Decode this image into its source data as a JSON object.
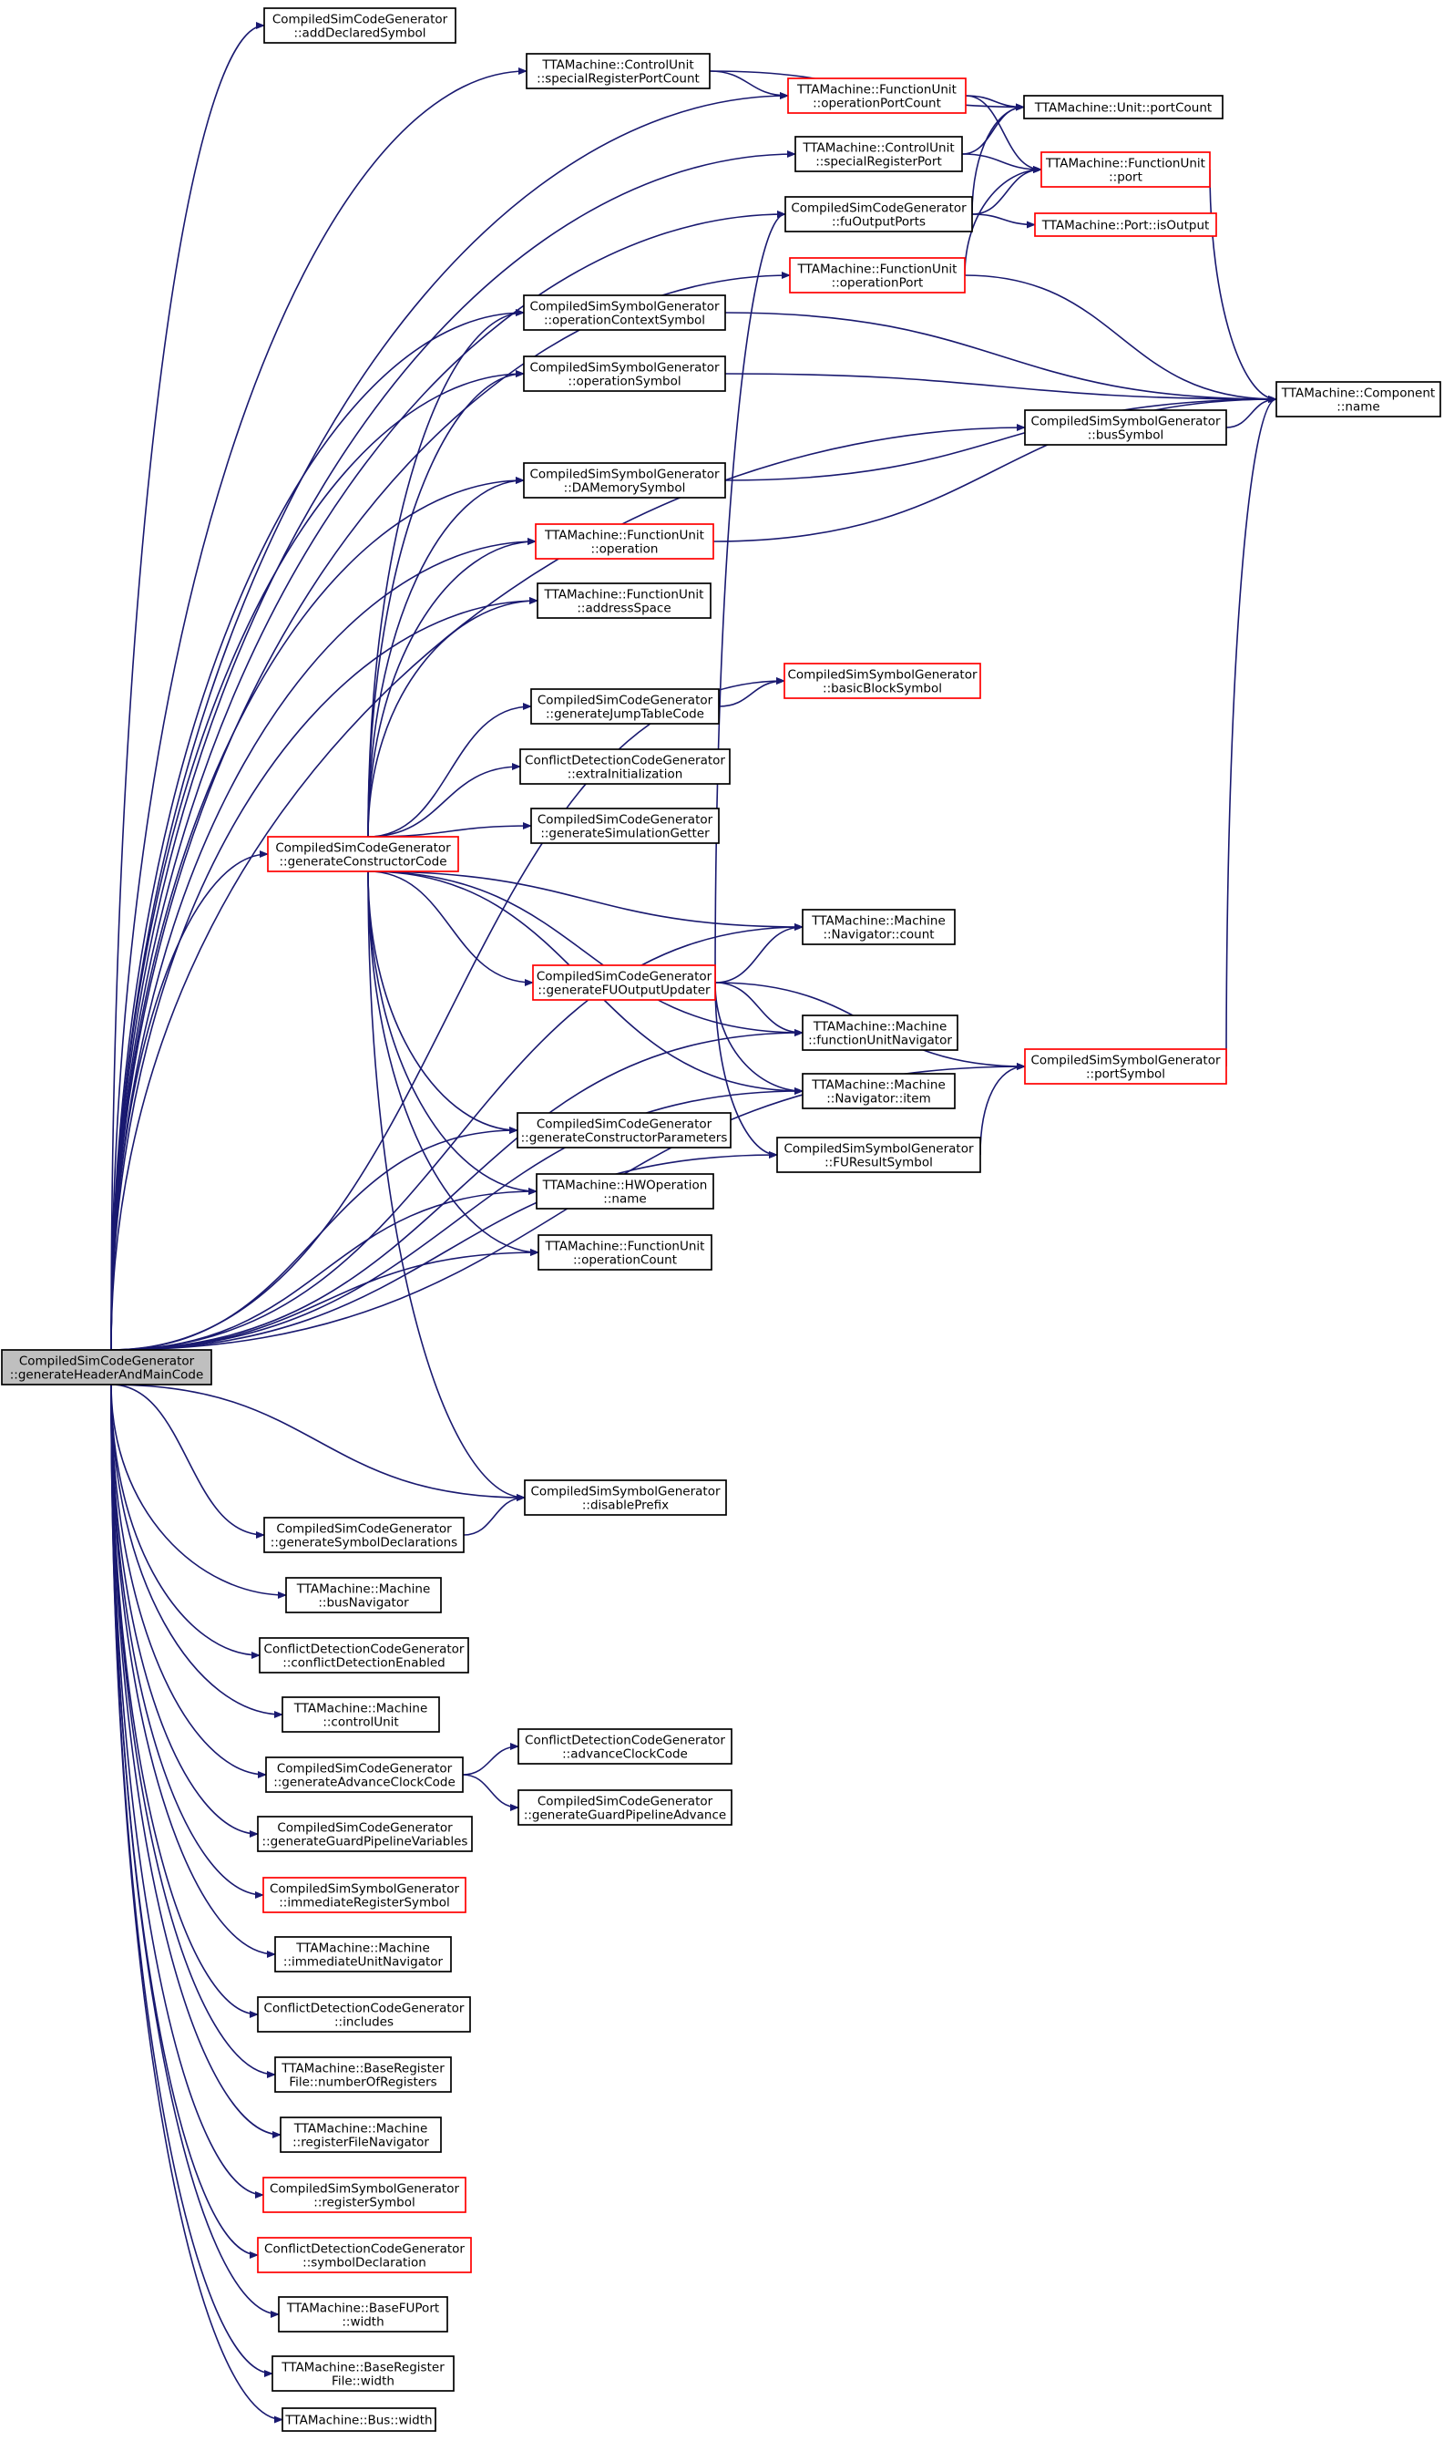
{
  "graph": {
    "nodes": [
      {
        "id": "root",
        "lines": [
          "CompiledSimCodeGenerator",
          "::generateHeaderAndMainCode"
        ],
        "border": "root"
      },
      {
        "id": "n1",
        "lines": [
          "CompiledSimCodeGenerator",
          "::addDeclaredSymbol"
        ],
        "border": "black"
      },
      {
        "id": "n2",
        "lines": [
          "TTAMachine::ControlUnit",
          "::specialRegisterPortCount"
        ],
        "border": "black"
      },
      {
        "id": "n3",
        "lines": [
          "TTAMachine::FunctionUnit",
          "::operationPortCount"
        ],
        "border": "red"
      },
      {
        "id": "n4",
        "lines": [
          "TTAMachine::Unit::portCount"
        ],
        "border": "black"
      },
      {
        "id": "n5",
        "lines": [
          "TTAMachine::ControlUnit",
          "::specialRegisterPort"
        ],
        "border": "black"
      },
      {
        "id": "n6",
        "lines": [
          "TTAMachine::FunctionUnit",
          "::port"
        ],
        "border": "red"
      },
      {
        "id": "n7",
        "lines": [
          "CompiledSimCodeGenerator",
          "::fuOutputPorts"
        ],
        "border": "black"
      },
      {
        "id": "n8",
        "lines": [
          "TTAMachine::Port::isOutput"
        ],
        "border": "red"
      },
      {
        "id": "n9",
        "lines": [
          "TTAMachine::FunctionUnit",
          "::operationPort"
        ],
        "border": "red"
      },
      {
        "id": "n10",
        "lines": [
          "CompiledSimSymbolGenerator",
          "::operationContextSymbol"
        ],
        "border": "black"
      },
      {
        "id": "n11",
        "lines": [
          "CompiledSimSymbolGenerator",
          "::operationSymbol"
        ],
        "border": "black"
      },
      {
        "id": "n12",
        "lines": [
          "TTAMachine::Component",
          "::name"
        ],
        "border": "black"
      },
      {
        "id": "n13",
        "lines": [
          "CompiledSimSymbolGenerator",
          "::busSymbol"
        ],
        "border": "black"
      },
      {
        "id": "n14",
        "lines": [
          "CompiledSimSymbolGenerator",
          "::DAMemorySymbol"
        ],
        "border": "black"
      },
      {
        "id": "n15",
        "lines": [
          "TTAMachine::FunctionUnit",
          "::operation"
        ],
        "border": "red"
      },
      {
        "id": "n16",
        "lines": [
          "TTAMachine::FunctionUnit",
          "::addressSpace"
        ],
        "border": "black"
      },
      {
        "id": "n17",
        "lines": [
          "CompiledSimCodeGenerator",
          "::generateJumpTableCode"
        ],
        "border": "black"
      },
      {
        "id": "n18",
        "lines": [
          "CompiledSimSymbolGenerator",
          "::basicBlockSymbol"
        ],
        "border": "red"
      },
      {
        "id": "n19",
        "lines": [
          "ConflictDetectionCodeGenerator",
          "::extraInitialization"
        ],
        "border": "black"
      },
      {
        "id": "n20",
        "lines": [
          "CompiledSimCodeGenerator",
          "::generateSimulationGetter"
        ],
        "border": "black"
      },
      {
        "id": "n21",
        "lines": [
          "CompiledSimCodeGenerator",
          "::generateConstructorCode"
        ],
        "border": "red"
      },
      {
        "id": "n22",
        "lines": [
          "TTAMachine::Machine",
          "::Navigator::count"
        ],
        "border": "black"
      },
      {
        "id": "n23",
        "lines": [
          "CompiledSimCodeGenerator",
          "::generateFUOutputUpdater"
        ],
        "border": "red"
      },
      {
        "id": "n24",
        "lines": [
          "TTAMachine::Machine",
          "::functionUnitNavigator"
        ],
        "border": "black"
      },
      {
        "id": "n25",
        "lines": [
          "CompiledSimSymbolGenerator",
          "::portSymbol"
        ],
        "border": "red"
      },
      {
        "id": "n26",
        "lines": [
          "TTAMachine::Machine",
          "::Navigator::item"
        ],
        "border": "black"
      },
      {
        "id": "n27",
        "lines": [
          "CompiledSimCodeGenerator",
          "::generateConstructorParameters"
        ],
        "border": "black"
      },
      {
        "id": "n28",
        "lines": [
          "CompiledSimSymbolGenerator",
          "::FUResultSymbol"
        ],
        "border": "black"
      },
      {
        "id": "n29",
        "lines": [
          "TTAMachine::HWOperation",
          "::name"
        ],
        "border": "black"
      },
      {
        "id": "n30",
        "lines": [
          "TTAMachine::FunctionUnit",
          "::operationCount"
        ],
        "border": "black"
      },
      {
        "id": "n31",
        "lines": [
          "CompiledSimSymbolGenerator",
          "::disablePrefix"
        ],
        "border": "black"
      },
      {
        "id": "n32",
        "lines": [
          "CompiledSimCodeGenerator",
          "::generateSymbolDeclarations"
        ],
        "border": "black"
      },
      {
        "id": "n33",
        "lines": [
          "TTAMachine::Machine",
          "::busNavigator"
        ],
        "border": "black"
      },
      {
        "id": "n34",
        "lines": [
          "ConflictDetectionCodeGenerator",
          "::conflictDetectionEnabled"
        ],
        "border": "black"
      },
      {
        "id": "n35",
        "lines": [
          "TTAMachine::Machine",
          "::controlUnit"
        ],
        "border": "black"
      },
      {
        "id": "n36",
        "lines": [
          "ConflictDetectionCodeGenerator",
          "::advanceClockCode"
        ],
        "border": "black"
      },
      {
        "id": "n37",
        "lines": [
          "CompiledSimCodeGenerator",
          "::generateAdvanceClockCode"
        ],
        "border": "black"
      },
      {
        "id": "n38",
        "lines": [
          "CompiledSimCodeGenerator",
          "::generateGuardPipelineAdvance"
        ],
        "border": "black"
      },
      {
        "id": "n39",
        "lines": [
          "CompiledSimCodeGenerator",
          "::generateGuardPipelineVariables"
        ],
        "border": "black"
      },
      {
        "id": "n40",
        "lines": [
          "CompiledSimSymbolGenerator",
          "::immediateRegisterSymbol"
        ],
        "border": "red"
      },
      {
        "id": "n41",
        "lines": [
          "TTAMachine::Machine",
          "::immediateUnitNavigator"
        ],
        "border": "black"
      },
      {
        "id": "n42",
        "lines": [
          "ConflictDetectionCodeGenerator",
          "::includes"
        ],
        "border": "black"
      },
      {
        "id": "n43",
        "lines": [
          "TTAMachine::BaseRegister",
          "File::numberOfRegisters"
        ],
        "border": "black"
      },
      {
        "id": "n44",
        "lines": [
          "TTAMachine::Machine",
          "::registerFileNavigator"
        ],
        "border": "black"
      },
      {
        "id": "n45",
        "lines": [
          "CompiledSimSymbolGenerator",
          "::registerSymbol"
        ],
        "border": "red"
      },
      {
        "id": "n46",
        "lines": [
          "ConflictDetectionCodeGenerator",
          "::symbolDeclaration"
        ],
        "border": "red"
      },
      {
        "id": "n47",
        "lines": [
          "TTAMachine::BaseFUPort",
          "::width"
        ],
        "border": "black"
      },
      {
        "id": "n48",
        "lines": [
          "TTAMachine::BaseRegister",
          "File::width"
        ],
        "border": "black"
      },
      {
        "id": "n49",
        "lines": [
          "TTAMachine::Bus::width"
        ],
        "border": "black"
      }
    ],
    "edges": [
      [
        "root",
        "n1"
      ],
      [
        "root",
        "n2"
      ],
      [
        "root",
        "n3"
      ],
      [
        "root",
        "n5"
      ],
      [
        "root",
        "n7"
      ],
      [
        "root",
        "n9"
      ],
      [
        "root",
        "n10"
      ],
      [
        "root",
        "n11"
      ],
      [
        "root",
        "n13"
      ],
      [
        "root",
        "n14"
      ],
      [
        "root",
        "n15"
      ],
      [
        "root",
        "n16"
      ],
      [
        "root",
        "n18"
      ],
      [
        "root",
        "n21"
      ],
      [
        "root",
        "n22"
      ],
      [
        "root",
        "n24"
      ],
      [
        "root",
        "n25"
      ],
      [
        "root",
        "n26"
      ],
      [
        "root",
        "n27"
      ],
      [
        "root",
        "n28"
      ],
      [
        "root",
        "n29"
      ],
      [
        "root",
        "n30"
      ],
      [
        "root",
        "n31"
      ],
      [
        "root",
        "n32"
      ],
      [
        "root",
        "n33"
      ],
      [
        "root",
        "n34"
      ],
      [
        "root",
        "n35"
      ],
      [
        "root",
        "n37"
      ],
      [
        "root",
        "n39"
      ],
      [
        "root",
        "n40"
      ],
      [
        "root",
        "n41"
      ],
      [
        "root",
        "n42"
      ],
      [
        "root",
        "n43"
      ],
      [
        "root",
        "n44"
      ],
      [
        "root",
        "n45"
      ],
      [
        "root",
        "n46"
      ],
      [
        "root",
        "n47"
      ],
      [
        "root",
        "n48"
      ],
      [
        "root",
        "n49"
      ],
      [
        "n2",
        "n3"
      ],
      [
        "n2",
        "n4"
      ],
      [
        "n3",
        "n4"
      ],
      [
        "n3",
        "n6"
      ],
      [
        "n5",
        "n6"
      ],
      [
        "n5",
        "n4"
      ],
      [
        "n7",
        "n4"
      ],
      [
        "n7",
        "n6"
      ],
      [
        "n7",
        "n8"
      ],
      [
        "n9",
        "n6"
      ],
      [
        "n9",
        "n12"
      ],
      [
        "n6",
        "n12"
      ],
      [
        "n10",
        "n12"
      ],
      [
        "n11",
        "n12"
      ],
      [
        "n13",
        "n12"
      ],
      [
        "n14",
        "n12"
      ],
      [
        "n15",
        "n12"
      ],
      [
        "n25",
        "n12"
      ],
      [
        "n17",
        "n18"
      ],
      [
        "n21",
        "n10"
      ],
      [
        "n21",
        "n11"
      ],
      [
        "n21",
        "n14"
      ],
      [
        "n21",
        "n15"
      ],
      [
        "n21",
        "n16"
      ],
      [
        "n21",
        "n17"
      ],
      [
        "n21",
        "n19"
      ],
      [
        "n21",
        "n20"
      ],
      [
        "n21",
        "n22"
      ],
      [
        "n21",
        "n23"
      ],
      [
        "n21",
        "n24"
      ],
      [
        "n21",
        "n26"
      ],
      [
        "n21",
        "n27"
      ],
      [
        "n21",
        "n29"
      ],
      [
        "n21",
        "n30"
      ],
      [
        "n21",
        "n31"
      ],
      [
        "n23",
        "n7"
      ],
      [
        "n23",
        "n22"
      ],
      [
        "n23",
        "n24"
      ],
      [
        "n23",
        "n25"
      ],
      [
        "n23",
        "n26"
      ],
      [
        "n23",
        "n28"
      ],
      [
        "n28",
        "n25"
      ],
      [
        "n32",
        "n31"
      ],
      [
        "n37",
        "n36"
      ],
      [
        "n37",
        "n38"
      ]
    ]
  }
}
